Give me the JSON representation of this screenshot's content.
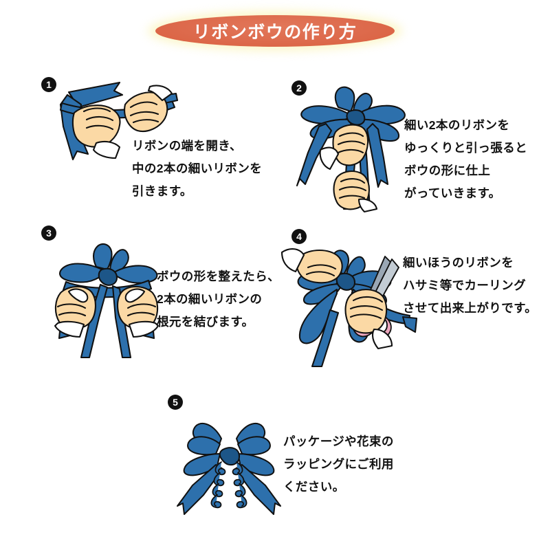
{
  "page": {
    "background_color": "#ffffff",
    "language": "ja"
  },
  "title": {
    "text": "リボンボウの作り方",
    "shape": "ellipse-banner",
    "fill_color": "#dd6a4c",
    "glow_color": "#fbf6c8",
    "text_color": "#ffffff"
  },
  "palette": {
    "ribbon_blue": "#2d70ac",
    "ribbon_blue_dark": "#1d5688",
    "skin": "#fbd9a5",
    "cuff_white": "#ffffff",
    "outline": "#111111",
    "scissor_handle_pink": "#eda6bd",
    "scissor_blade": "#9aa7b4"
  },
  "steps": [
    {
      "number": "1",
      "badge_glyph": "1",
      "illustration": "two-hands-pulling-ribbon-ends",
      "caption_lines": [
        "リボンの端を開き、",
        "中の2本の細いリボンを",
        "引きます。"
      ]
    },
    {
      "number": "2",
      "badge_glyph": "2",
      "illustration": "hands-pulling-thin-ribbons-bow-forming",
      "caption_lines": [
        "細い2本のリボンを",
        "ゆっくりと引っ張ると",
        "ボウの形に仕上",
        "がっていきます。"
      ]
    },
    {
      "number": "3",
      "badge_glyph": "3",
      "illustration": "two-hands-tying-bow-base",
      "caption_lines": [
        "ボウの形を整えたら、",
        "2本の細いリボンの",
        "根元を結びます。"
      ]
    },
    {
      "number": "4",
      "badge_glyph": "4",
      "illustration": "hand-holding-bow-with-scissors-curling",
      "caption_lines": [
        "細いほうのリボンを",
        "ハサミ等でカーリング",
        "させて出来上がりです。"
      ]
    },
    {
      "number": "5",
      "badge_glyph": "5",
      "illustration": "finished-bow-with-curled-tails",
      "caption_lines": [
        "パッケージや花束の",
        "ラッピングにご利用",
        "ください。"
      ]
    }
  ]
}
